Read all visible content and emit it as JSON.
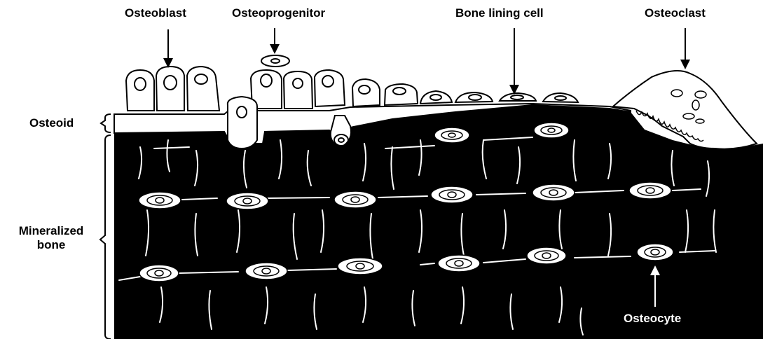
{
  "labels": {
    "osteoblast": "Osteoblast",
    "osteoprogenitor": "Osteoprogenitor",
    "bone_lining_cell": "Bone lining cell",
    "osteoclast": "Osteoclast",
    "osteoid": "Osteoid",
    "mineralized_bone_line1": "Mineralized",
    "mineralized_bone_line2": "bone",
    "osteocyte": "Osteocyte"
  },
  "colors": {
    "bone_matrix": "#000000",
    "background": "#ffffff",
    "cell_fill": "#ffffff",
    "outline": "#000000"
  }
}
